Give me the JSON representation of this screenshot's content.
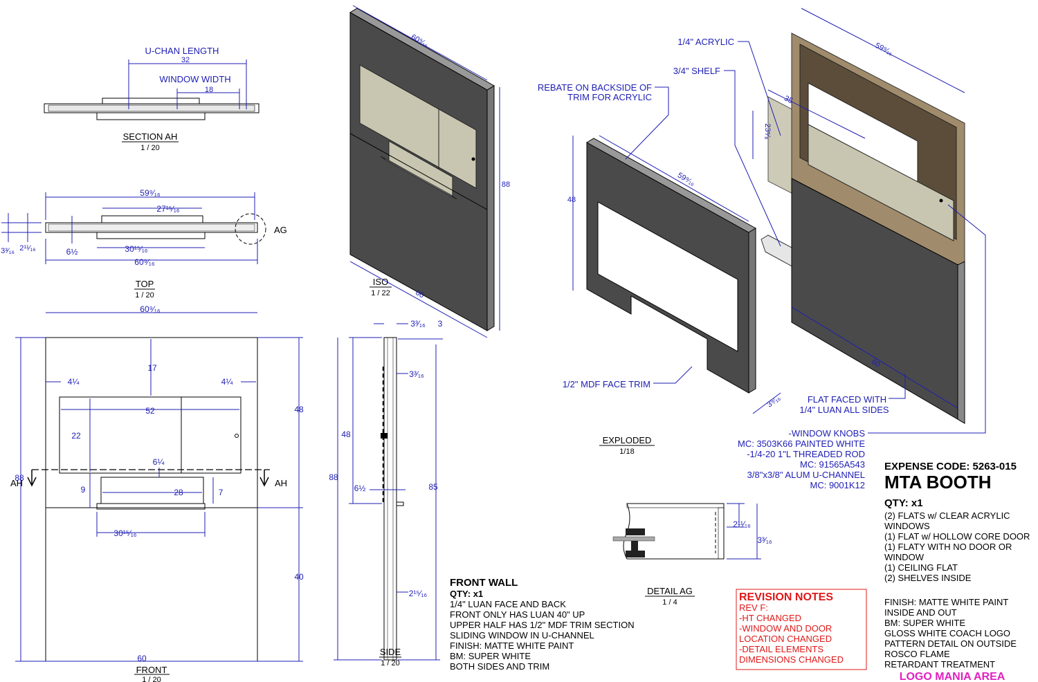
{
  "section_ah": {
    "title": "SECTION AH",
    "scale": "1 / 20",
    "u_chan_label": "U-CHAN LENGTH",
    "u_chan_value": "32",
    "window_label": "WINDOW WIDTH",
    "window_value": "18"
  },
  "top": {
    "title": "TOP",
    "scale": "1 / 20",
    "d1": "59⁹⁄₁₆",
    "d2": "27¹⁵⁄₁₆",
    "d3": "6½",
    "d4": "30¹⁵⁄₁₆",
    "d5": "60⁹⁄₁₆",
    "d6": "3³⁄₁₆",
    "d7": "2¹¹⁄₁₆",
    "detail_tag": "AG"
  },
  "front": {
    "title": "FRONT",
    "scale": "1 / 20",
    "w_top": "60⁹⁄₁₆",
    "h17": "17",
    "l44": "4¼",
    "r44": "4¼",
    "w52": "52",
    "h22": "22",
    "d64": "6¼",
    "h9": "9",
    "w28": "28",
    "h7": "7",
    "w3015": "30¹⁵⁄₁₆",
    "h88": "88",
    "h48": "48",
    "h40": "40",
    "w60": "60",
    "cut_left": "AH",
    "cut_right": "AH"
  },
  "side": {
    "title": "SIDE",
    "scale": "1 / 20",
    "d33": "3³⁄₁₆",
    "d3": "3",
    "d33b": "3³⁄₁₆",
    "h48": "48",
    "h88": "88",
    "d65": "6½",
    "h85": "85",
    "d215": "2¹⁵⁄₁₆"
  },
  "iso": {
    "title": "ISO",
    "scale": "1 / 22",
    "w": "60⁹⁄₁₆",
    "h": "88",
    "b": "60"
  },
  "exploded": {
    "title": "EXPLODED",
    "scale": "1/18",
    "acrylic": "1/4\" ACRYLIC",
    "shelf": "3/4\" SHELF",
    "rebate1": "REBATE ON BACKSIDE OF",
    "rebate2": "TRIM FOR ACRYLIC",
    "mdf": "1/2\" MDF FACE TRIM",
    "flat1": "FLAT FACED WITH",
    "flat2": "1/4\" LUAN ALL SIDES",
    "dim_w": "59⁹⁄₁₆",
    "dim_h": "48",
    "dim_w2": "59⁹⁄₁₆",
    "dim_a": "35",
    "dim_b": "23⁵⁄₈",
    "dim_c": "60",
    "dim_d": "3⁹⁄₁₆"
  },
  "hardware": [
    "-WINDOW KNOBS",
    "MC: 3503K66 PAINTED WHITE",
    "-1/4-20 1\"L THREADED ROD",
    "MC: 91565A543",
    "3/8\"x3/8\" ALUM U-CHANNEL",
    "MC: 9001K12"
  ],
  "detail_ag": {
    "title": "DETAIL  AG",
    "scale": "1 / 4",
    "d1": "2¹¹⁄₁₆",
    "d2": "3³⁄₁₆"
  },
  "front_wall": {
    "title": "FRONT WALL",
    "qty": "QTY: x1",
    "lines": [
      "1/4\" LUAN FACE AND BACK",
      "FRONT ONLY HAS LUAN 40\" UP",
      "UPPER HALF HAS 1/2\" MDF TRIM SECTION",
      "SLIDING WINDOW IN U-CHANNEL",
      "FINISH: MATTE WHITE PAINT",
      "BM: SUPER WHITE",
      "BOTH SIDES AND TRIM"
    ]
  },
  "revision": {
    "title": "REVISION NOTES",
    "lines": [
      "REV F:",
      "-HT CHANGED",
      "-WINDOW AND DOOR",
      "LOCATION CHANGED",
      "-DETAIL ELEMENTS",
      "DIMENSIONS CHANGED"
    ]
  },
  "title_block": {
    "expense": "EXPENSE CODE: 5263-015",
    "name": "MTA BOOTH",
    "qty": "QTY: x1",
    "lines": [
      "(2) FLATS w/ CLEAR ACRYLIC",
      "WINDOWS",
      "(1) FLAT w/ HOLLOW CORE DOOR",
      "(1) FLATY WITH NO DOOR OR",
      "WINDOW",
      "(1) CEILING FLAT",
      "(2) SHELVES INSIDE",
      "",
      "FINISH: MATTE WHITE PAINT",
      "INSIDE AND OUT",
      "BM: SUPER WHITE",
      "GLOSS WHITE COACH LOGO",
      "PATTERN DETAIL ON OUTSIDE",
      "ROSCO FLAME",
      "RETARDANT TREATMENT"
    ],
    "logo_area": "LOGO MANIA AREA"
  },
  "colors": {
    "dim": "#1d1db4",
    "panel": "#4a4a4a",
    "glass": "#c8c6b0",
    "wood": "#a08c6c",
    "red": "#e01818",
    "magenta": "#e020c0"
  }
}
